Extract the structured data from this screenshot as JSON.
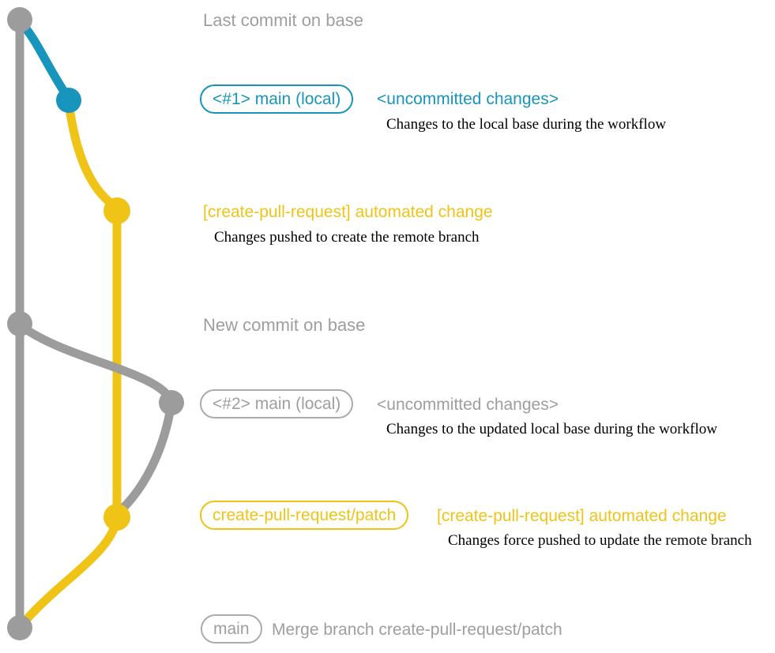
{
  "colors": {
    "gray": "#9c9c9c",
    "gray_text": "#9e9e9e",
    "gray_badge": "#ababab",
    "teal": "#1795bd",
    "yellow": "#f0c317",
    "caption_black": "#000000"
  },
  "rows": {
    "last_commit_on_base": {
      "label": "Last commit on base"
    },
    "local_main_1": {
      "badge": "<#1> main (local)",
      "message": "<uncommitted changes>",
      "caption": "Changes to the local base during the workflow"
    },
    "automated_change_1": {
      "message": "[create-pull-request] automated change",
      "caption": "Changes pushed to create the remote branch"
    },
    "new_commit_on_base": {
      "label": "New commit on base"
    },
    "local_main_2": {
      "badge": "<#2> main (local)",
      "message": "<uncommitted changes>",
      "caption": "Changes to the updated local base during the workflow"
    },
    "patch_branch": {
      "badge": "create-pull-request/patch",
      "message": "[create-pull-request] automated change",
      "caption": "Changes force pushed to update the remote branch"
    },
    "merge_commit": {
      "badge": "main",
      "message": "Merge branch create-pull-request/patch"
    }
  }
}
